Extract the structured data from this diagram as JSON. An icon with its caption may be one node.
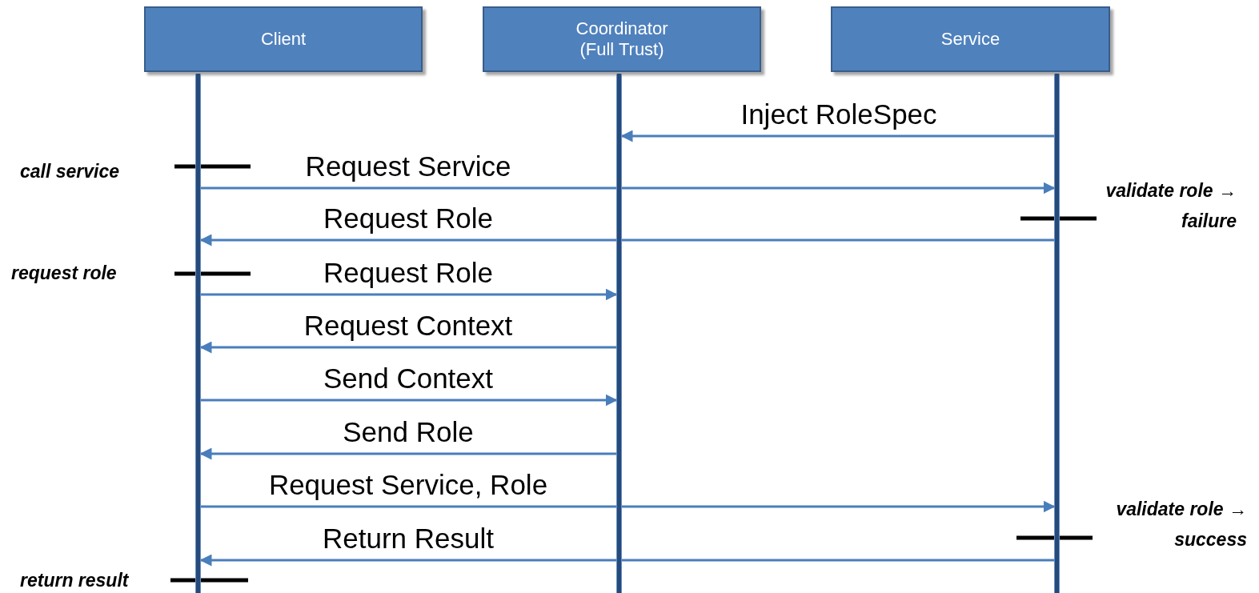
{
  "diagram": {
    "nodes": [
      {
        "text": [
          "Client"
        ]
      },
      {
        "text": [
          "Coordinator (Full Trust)"
        ]
      },
      {
        "text": [
          "Service"
        ]
      },
      {
        "text": [],
        "shape": "bar"
      },
      {
        "text": [],
        "shape": "bar"
      },
      {
        "text": [],
        "shape": "bar"
      }
    ],
    "edges": [
      {
        "from": 5,
        "to": 4,
        "arrow": "to",
        "label": "Inject RoleSpec"
      },
      {
        "from": 3,
        "to": 5,
        "arrow": "to",
        "label": "Request Service"
      },
      {
        "from": 5,
        "to": 3,
        "arrow": "to",
        "label": "Request Role"
      },
      {
        "from": 3,
        "to": 4,
        "arrow": "to",
        "label": "Request Role"
      },
      {
        "from": 4,
        "to": 3,
        "arrow": "to",
        "label": "Request Context"
      },
      {
        "from": 3,
        "to": 4,
        "arrow": "to",
        "label": "Send Context"
      },
      {
        "from": 4,
        "to": 3,
        "arrow": "to",
        "label": "Send Role"
      },
      {
        "from": 3,
        "to": 5,
        "arrow": "to",
        "label": "Request Service, Role"
      },
      {
        "from": 5,
        "to": 3,
        "arrow": "to",
        "label": "Return Result"
      }
    ],
    "labels": [
      "call service",
      "validate role → failure",
      "request role",
      "validate role → success",
      "return result"
    ]
  }
}
